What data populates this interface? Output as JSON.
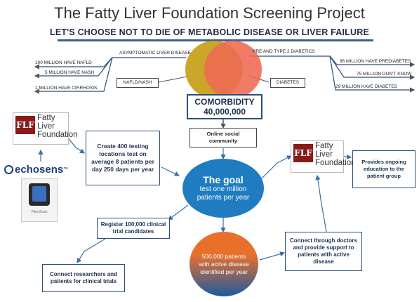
{
  "title": "The Fatty Liver Foundation Screening Project",
  "subtitle": "LET'S CHOOSE NOT TO DIE OF METABOLIC DISEASE OR LIVER FAILURE",
  "venn": {
    "left_label": "ASYMPTOMATIC LIVER DISEASE",
    "right_label": "PRE AND TYPE 2 DIABETICS",
    "left_box": "NAFLD/NASH",
    "right_box": "DIABETES",
    "left_color": "#c8a11e",
    "right_color": "#ee6a53"
  },
  "left_stats": [
    "100 MILLION HAVE NAFLD",
    "5 MILLION HAVE NASH",
    "1 MILLION HAVE CIRRHOSIS"
  ],
  "right_stats": [
    "86 MILLION HAVE PREDIABETES",
    "75 MILLION DON'T KNOW",
    "29 MILLION HAVE DIABETES"
  ],
  "comorbidity": {
    "label": "COMORBIDITY",
    "value": "40,000,000"
  },
  "online_box": "Online social community",
  "testing_box": "Create 400 testing locations test on average 8 patients per day 250 days per year",
  "goal": {
    "title": "The goal",
    "text": "test one million patients per year",
    "color": "#1f7cc0"
  },
  "education_box": "Provides ongoing education to the patient group",
  "register_box": "Register 100,000 clinical trial candidates",
  "researchers_box": "Connect researchers and patients for clinical trials",
  "result_circle": {
    "text": "500,000 patients with active disease identified per year",
    "color_top": "#e8702b",
    "color_bottom": "#1e5aa0"
  },
  "connect_box": "Connect through doctors and provide support to patients with active disease",
  "logos": {
    "flf_mark": "FLF",
    "flf_lines": [
      "Fatty",
      "Liver",
      "Foundation"
    ],
    "echosens": "echosens",
    "echosens_tm": "™",
    "fibroscan": "FibroScan"
  },
  "colors": {
    "accent_blue": "#2b4e7a",
    "arrow_blue": "#3a6ea5"
  }
}
